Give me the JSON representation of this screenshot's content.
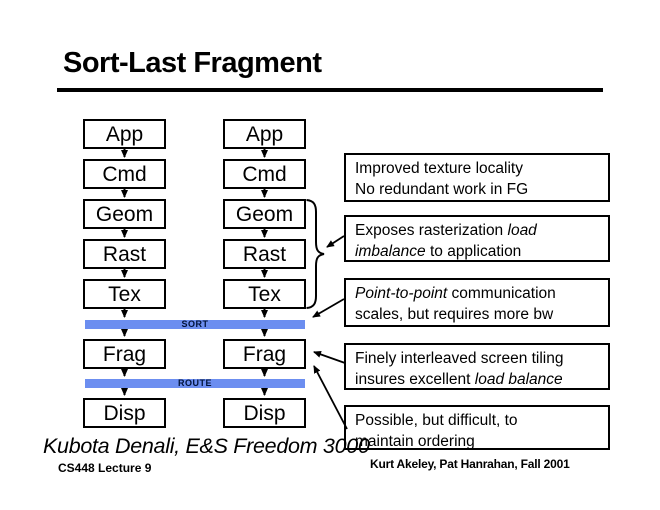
{
  "slide": {
    "title": "Sort-Last Fragment",
    "caption": "Kubota Denali, E&S Freedom 3000",
    "footer_left": "CS448 Lecture 9",
    "footer_right": "Kurt Akeley, Pat Hanrahan, Fall 2001"
  },
  "pipeline": {
    "stages": [
      "App",
      "Cmd",
      "Geom",
      "Rast",
      "Tex",
      "Frag",
      "Disp"
    ],
    "columns": 2,
    "sort_label": "SORT",
    "route_label": "ROUTE",
    "bar_color": "#6c8ef0"
  },
  "notes": [
    {
      "lines": [
        [
          {
            "t": "Improved texture locality"
          }
        ],
        [
          {
            "t": "No redundant work in FG"
          }
        ]
      ]
    },
    {
      "lines": [
        [
          {
            "t": "Exposes rasterization "
          },
          {
            "t": "load",
            "i": true
          }
        ],
        [
          {
            "t": "imbalance",
            "i": true
          },
          {
            "t": " to application"
          }
        ]
      ]
    },
    {
      "lines": [
        [
          {
            "t": "Point-to-point",
            "i": true
          },
          {
            "t": " communication"
          }
        ],
        [
          {
            "t": "scales, but requires more bw"
          }
        ]
      ]
    },
    {
      "lines": [
        [
          {
            "t": "Finely interleaved screen tiling"
          }
        ],
        [
          {
            "t": "insures excellent "
          },
          {
            "t": "load balance",
            "i": true
          }
        ]
      ]
    },
    {
      "lines": [
        [
          {
            "t": "Possible, but difficult, to"
          }
        ],
        [
          {
            "t": "maintain ordering"
          }
        ]
      ]
    }
  ]
}
